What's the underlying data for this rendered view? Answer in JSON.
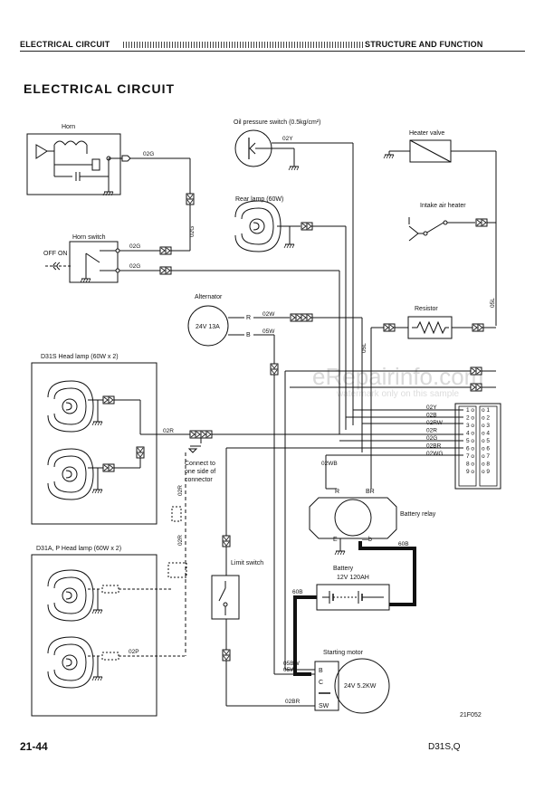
{
  "header": {
    "left": "ELECTRICAL CIRCUIT",
    "right": "STRUCTURE AND FUNCTION"
  },
  "title": "ELECTRICAL CIRCUIT",
  "page_number": "21-44",
  "model_code": "D31S,Q",
  "figure_code": "21F052",
  "watermark": {
    "main": "eRepairinfo.com",
    "sub": "watermark only on this sample"
  },
  "components": {
    "horn": "Horn",
    "oil_pressure_switch": "Oil pressure switch (0.5kg/cm²)",
    "heater_valve": "Heater valve",
    "rear_lamp": "Rear lamp (60W)",
    "intake_air_heater": "Intake air heater",
    "horn_switch": "Horn switch",
    "horn_switch_state": "OFF ON",
    "alternator": "Alternator",
    "alternator_rating": "24V 13A",
    "resistor": "Resistor",
    "head_lamp_d31s": "D31S Head lamp (60W x 2)",
    "head_lamp_d31ap": "D31A, P  Head lamp (60W x 2)",
    "connect_note": "Connect to one side of connector",
    "battery_relay": "Battery relay",
    "limit_switch": "Limit switch",
    "battery": "Battery",
    "battery_rating": "12V 120AH",
    "starting_motor": "Starting motor",
    "starting_motor_rating": "24V 5.2KW"
  },
  "terminals": {
    "alt_r": "R",
    "alt_b": "B",
    "relay_r": "R",
    "relay_br": "BR",
    "relay_e": "E",
    "relay_b": "—b",
    "motor_b": "B",
    "motor_c": "C",
    "motor_sw": "SW"
  },
  "wire_labels": {
    "horn_02g": "02G",
    "horn_sw_02g_a": "02G",
    "horn_sw_02g_b": "02G",
    "horn_vertical_02g": "02G",
    "oil_02y": "02Y",
    "heater_05l": "05L",
    "alt_02w": "02W",
    "alt_05w": "05W",
    "alt_05l": "05L",
    "head_02r": "02R",
    "head_02r_vertical_a": "02R",
    "head_02r_vertical_b": "02R",
    "head_02p": "02P",
    "relay_02wb": "02WB",
    "battery_60b": "60B",
    "battery_60b_b": "60B",
    "motor_05bw": "05BW",
    "motor_05w": "05W",
    "motor_02br": "02BR"
  },
  "connector_block": {
    "rows": [
      {
        "wire": "02Y",
        "left": "1",
        "right": "1"
      },
      {
        "wire": "02B",
        "left": "2",
        "right": "2"
      },
      {
        "wire": "02RW",
        "left": "3",
        "right": "3"
      },
      {
        "wire": "02R",
        "left": "4",
        "right": "4"
      },
      {
        "wire": "02G",
        "left": "5",
        "right": "5"
      },
      {
        "wire": "02BR",
        "left": "6",
        "right": "6"
      },
      {
        "wire": "02WG",
        "left": "7",
        "right": "7"
      },
      {
        "wire": "",
        "left": "8",
        "right": "8"
      },
      {
        "wire": "",
        "left": "9",
        "right": "9"
      }
    ]
  }
}
